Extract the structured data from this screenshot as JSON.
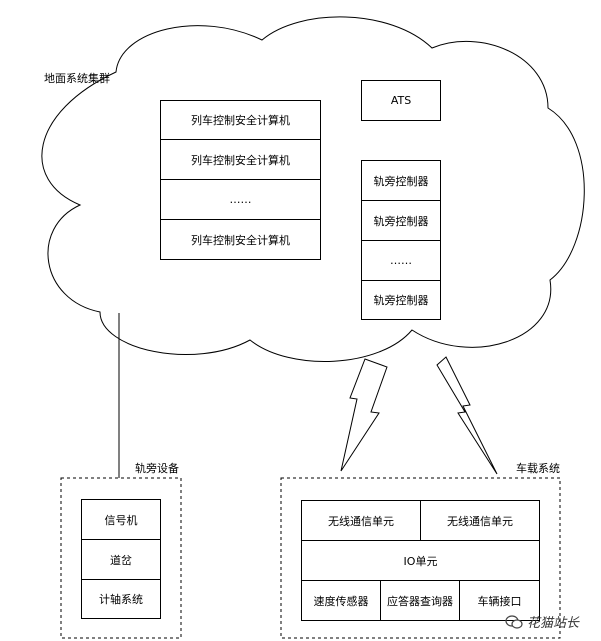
{
  "ground": {
    "title": "地面系统集群",
    "computers": [
      "列车控制安全计算机",
      "列车控制安全计算机",
      "……",
      "列车控制安全计算机"
    ],
    "ats": "ATS",
    "controllers": [
      "轨旁控制器",
      "轨旁控制器",
      "……",
      "轨旁控制器"
    ]
  },
  "trackside": {
    "title": "轨旁设备",
    "items": [
      "信号机",
      "道岔",
      "计轴系统"
    ]
  },
  "onboard": {
    "title": "车载系统",
    "radio": [
      "无线通信单元",
      "无线通信单元"
    ],
    "io": "IO单元",
    "bottom": [
      "速度传感器",
      "应答器查询器",
      "车辆接口"
    ]
  },
  "watermark": "花猫站长"
}
